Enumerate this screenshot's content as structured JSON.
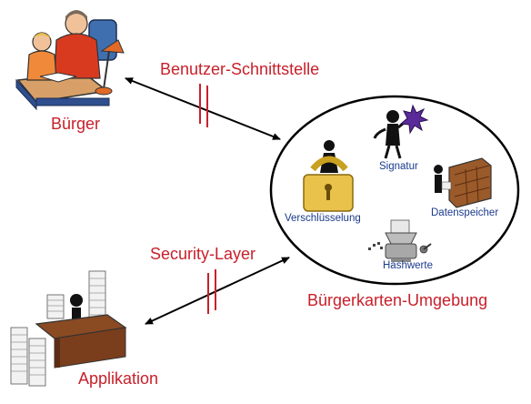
{
  "labels": {
    "interface": "Benutzer-Schnittstelle",
    "citizen": "Bürger",
    "security_layer": "Security-Layer",
    "environment": "Bürgerkarten-Umgebung",
    "application": "Applikation",
    "signature": "Signatur",
    "encryption": "Verschlüsselung",
    "storage": "Datenspeicher",
    "hashes": "Hashwerte"
  },
  "colors": {
    "label_red": "#c8202a",
    "label_blue": "#1a3a8c",
    "arrow": "#000000",
    "tick_red": "#c8202a"
  },
  "icons": [
    "citizen-reading-icon",
    "application-desk-icon",
    "padlock-figure-icon",
    "signature-figure-icon",
    "file-cabinet-icon",
    "hash-grinder-icon"
  ]
}
